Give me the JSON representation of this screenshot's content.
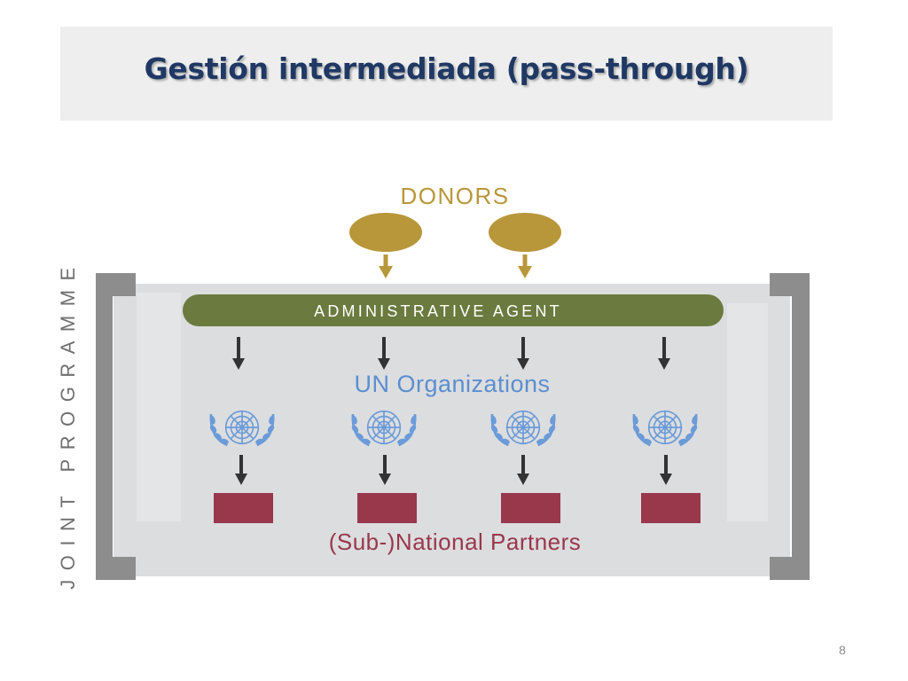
{
  "slide": {
    "title": "Gestión intermediada (pass-through)",
    "page_number": "8"
  },
  "diagram": {
    "frame_label": "JOINT PROGRAMME",
    "donors_label": "DONORS",
    "agent_label": "ADMINISTRATIVE AGENT",
    "organizations_label": "UN Organizations",
    "partners_label": "(Sub-)National Partners",
    "donor_count": 2,
    "organization_count": 4,
    "partner_count": 4
  },
  "colors": {
    "title": "#1f3864",
    "donors": "#b8973a",
    "agent": "#6b7a3e",
    "organizations": "#5b8fcf",
    "partners": "#99384b",
    "un_emblem": "#6b9bd8",
    "frame": "#8d8d8d",
    "panel": "#dcdddf"
  },
  "icons": [
    "un-emblem-icon",
    "arrow-down-icon"
  ]
}
